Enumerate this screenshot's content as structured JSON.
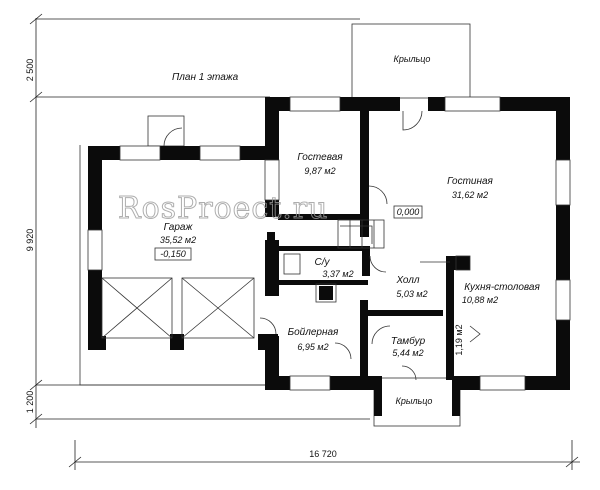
{
  "plan": {
    "title": "План 1 этажа",
    "watermark": "RosProect.ru",
    "rooms": {
      "garage": {
        "name": "Гараж",
        "area": "35,52 м2",
        "level": "-0,150"
      },
      "guest": {
        "name": "Гостевая",
        "area": "9,87 м2"
      },
      "living": {
        "name": "Гостиная",
        "area": "31,62 м2",
        "level": "0,000"
      },
      "wc": {
        "name": "С/у",
        "area": "3,37 м2"
      },
      "hall": {
        "name": "Холл",
        "area": "5,03 м2"
      },
      "kitchen": {
        "name": "Кухня-столовая",
        "area": "10,88 м2"
      },
      "boiler": {
        "name": "Бойлерная",
        "area": "6,95 м2"
      },
      "vestibule": {
        "name": "Тамбур",
        "area": "5,44 м2"
      },
      "pantry": {
        "area": "1,19 м2"
      },
      "porch_top": {
        "name": "Крыльцо"
      },
      "porch_bottom": {
        "name": "Крыльцо"
      }
    },
    "dimensions": {
      "left_top": "2 500",
      "left_main": "9 920",
      "left_bottom": "1 200",
      "bottom_total": "16 720"
    }
  }
}
